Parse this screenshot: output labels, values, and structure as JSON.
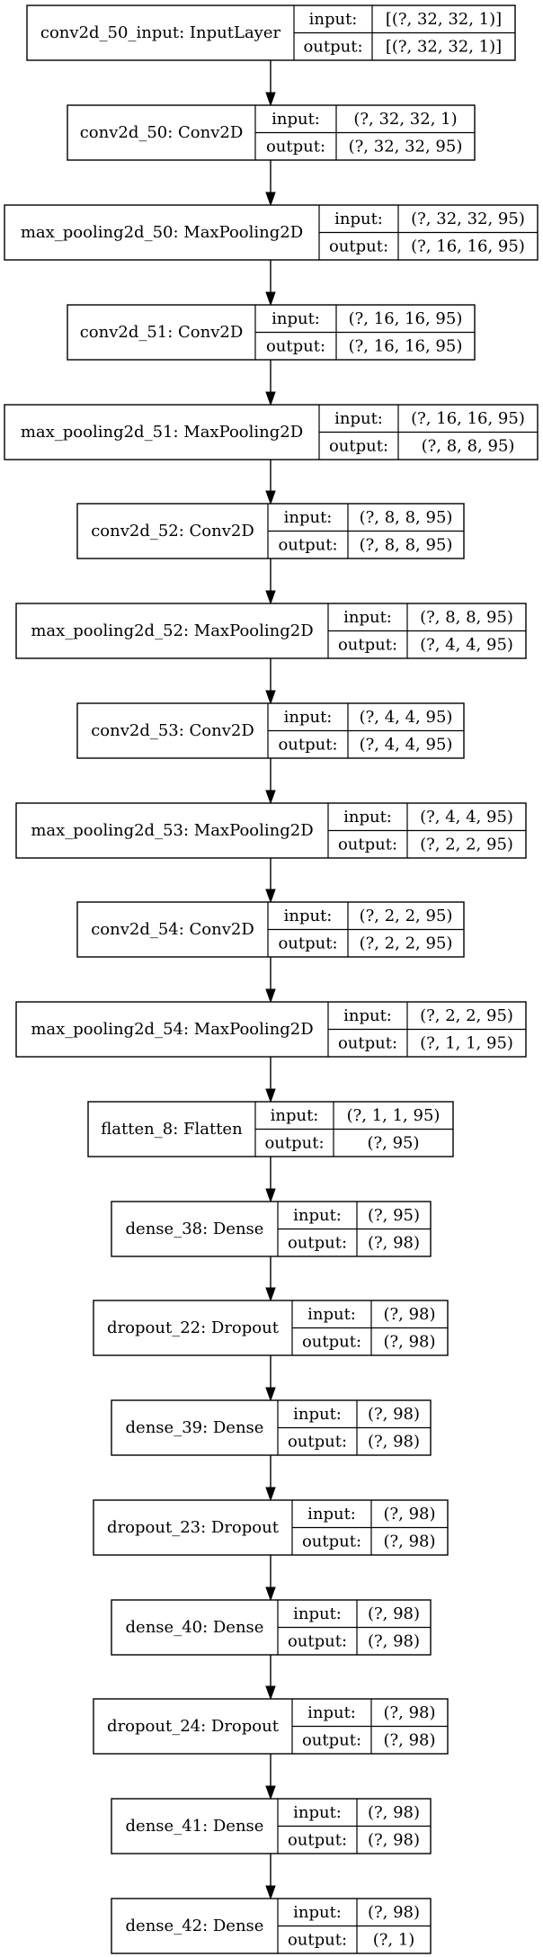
{
  "layers": [
    {
      "name": "conv2d_50_input: InputLayer",
      "input_label": "input:",
      "output_label": "output:",
      "input": "[(?, 32, 32, 1)]",
      "output": "[(?, 32, 32, 1)]"
    },
    {
      "name": "conv2d_50: Conv2D",
      "input_label": "input:",
      "output_label": "output:",
      "input": "(?, 32, 32, 1)",
      "output": "(?, 32, 32, 95)"
    },
    {
      "name": "max_pooling2d_50: MaxPooling2D",
      "input_label": "input:",
      "output_label": "output:",
      "input": "(?, 32, 32, 95)",
      "output": "(?, 16, 16, 95)"
    },
    {
      "name": "conv2d_51: Conv2D",
      "input_label": "input:",
      "output_label": "output:",
      "input": "(?, 16, 16, 95)",
      "output": "(?, 16, 16, 95)"
    },
    {
      "name": "max_pooling2d_51: MaxPooling2D",
      "input_label": "input:",
      "output_label": "output:",
      "input": "(?, 16, 16, 95)",
      "output": "(?, 8, 8, 95)"
    },
    {
      "name": "conv2d_52: Conv2D",
      "input_label": "input:",
      "output_label": "output:",
      "input": "(?, 8, 8, 95)",
      "output": "(?, 8, 8, 95)"
    },
    {
      "name": "max_pooling2d_52: MaxPooling2D",
      "input_label": "input:",
      "output_label": "output:",
      "input": "(?, 8, 8, 95)",
      "output": "(?, 4, 4, 95)"
    },
    {
      "name": "conv2d_53: Conv2D",
      "input_label": "input:",
      "output_label": "output:",
      "input": "(?, 4, 4, 95)",
      "output": "(?, 4, 4, 95)"
    },
    {
      "name": "max_pooling2d_53: MaxPooling2D",
      "input_label": "input:",
      "output_label": "output:",
      "input": "(?, 4, 4, 95)",
      "output": "(?, 2, 2, 95)"
    },
    {
      "name": "conv2d_54: Conv2D",
      "input_label": "input:",
      "output_label": "output:",
      "input": "(?, 2, 2, 95)",
      "output": "(?, 2, 2, 95)"
    },
    {
      "name": "max_pooling2d_54: MaxPooling2D",
      "input_label": "input:",
      "output_label": "output:",
      "input": "(?, 2, 2, 95)",
      "output": "(?, 1, 1, 95)"
    },
    {
      "name": "flatten_8: Flatten",
      "input_label": "input:",
      "output_label": "output:",
      "input": "(?, 1, 1, 95)",
      "output": "(?, 95)"
    },
    {
      "name": "dense_38: Dense",
      "input_label": "input:",
      "output_label": "output:",
      "input": "(?, 95)",
      "output": "(?, 98)"
    },
    {
      "name": "dropout_22: Dropout",
      "input_label": "input:",
      "output_label": "output:",
      "input": "(?, 98)",
      "output": "(?, 98)"
    },
    {
      "name": "dense_39: Dense",
      "input_label": "input:",
      "output_label": "output:",
      "input": "(?, 98)",
      "output": "(?, 98)"
    },
    {
      "name": "dropout_23: Dropout",
      "input_label": "input:",
      "output_label": "output:",
      "input": "(?, 98)",
      "output": "(?, 98)"
    },
    {
      "name": "dense_40: Dense",
      "input_label": "input:",
      "output_label": "output:",
      "input": "(?, 98)",
      "output": "(?, 98)"
    },
    {
      "name": "dropout_24: Dropout",
      "input_label": "input:",
      "output_label": "output:",
      "input": "(?, 98)",
      "output": "(?, 98)"
    },
    {
      "name": "dense_41: Dense",
      "input_label": "input:",
      "output_label": "output:",
      "input": "(?, 98)",
      "output": "(?, 98)"
    },
    {
      "name": "dense_42: Dense",
      "input_label": "input:",
      "output_label": "output:",
      "input": "(?, 98)",
      "output": "(?, 1)"
    }
  ],
  "colors": {
    "stroke": "#000000",
    "background": "#ffffff",
    "text": "#000000"
  }
}
